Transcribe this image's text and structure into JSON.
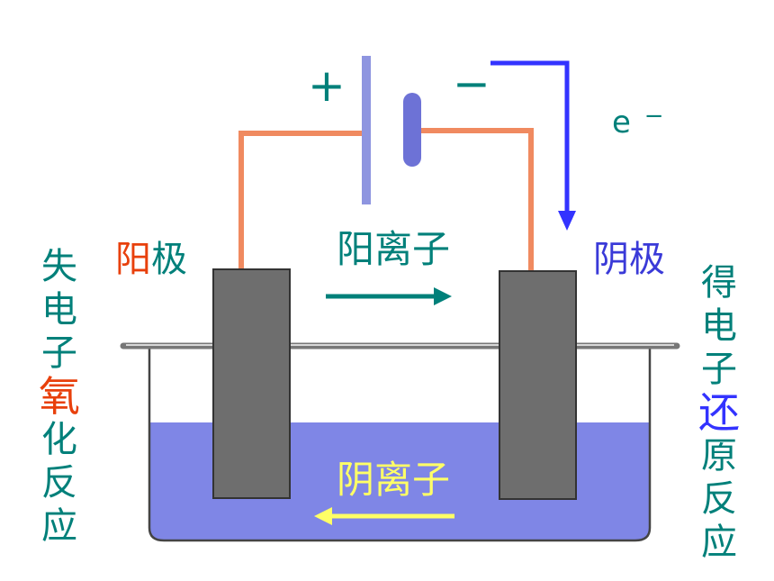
{
  "battery": {
    "plus": "+",
    "minus": "−"
  },
  "electron": {
    "symbol": "e",
    "charge": "−"
  },
  "anode": {
    "char1": "阳",
    "char2": "极"
  },
  "cathode": {
    "label": "阴极"
  },
  "cation_label": "阳离子",
  "anion_label": "阴离子",
  "left_side": {
    "c1": "失",
    "c2": "电",
    "c3": "子",
    "c4": "氧",
    "c5": "化",
    "c6": "反",
    "c7": "应"
  },
  "right_side": {
    "c1": "得",
    "c2": "电",
    "c3": "子",
    "c4": "还",
    "c5": "原",
    "c6": "反",
    "c7": "应"
  },
  "colors": {
    "text_teal": "#00807a",
    "anode_highlight": "#e8400c",
    "cathode_label": "#3a3ad8",
    "electron_arrow": "#3333ff",
    "wire": "#f08a60",
    "electrode": "#6e6e6e",
    "electrolyte": "#7f86e6",
    "anion_text": "#ffff66"
  }
}
